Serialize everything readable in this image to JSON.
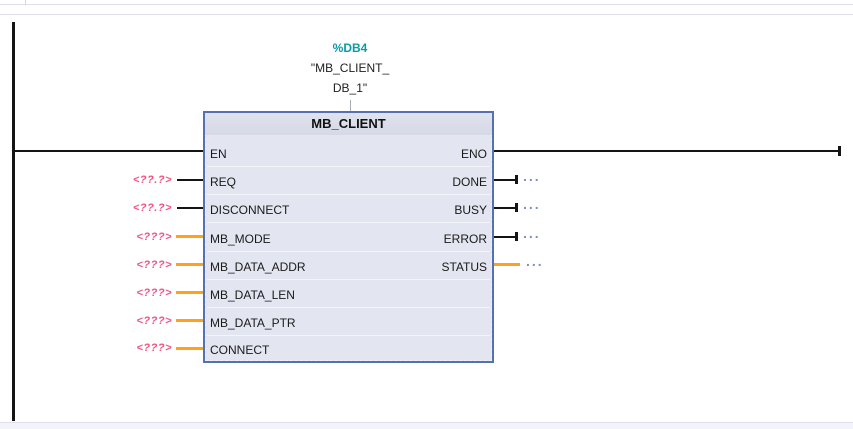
{
  "network": {
    "db_label": "%DB4",
    "instance_name_line1": "\"MB_CLIENT_",
    "instance_name_line2": "DB_1\"",
    "block_title": "MB_CLIENT",
    "left_pins": [
      {
        "label": "EN",
        "operand": "",
        "wire": "black-rail"
      },
      {
        "label": "REQ",
        "operand": "<??.?>",
        "wire": "black"
      },
      {
        "label": "DISCONNECT",
        "operand": "<??.?>",
        "wire": "black"
      },
      {
        "label": "MB_MODE",
        "operand": "<???>",
        "wire": "orange"
      },
      {
        "label": "MB_DATA_ADDR",
        "operand": "<???>",
        "wire": "orange"
      },
      {
        "label": "MB_DATA_LEN",
        "operand": "<???>",
        "wire": "orange"
      },
      {
        "label": "MB_DATA_PTR",
        "operand": "<???>",
        "wire": "orange"
      },
      {
        "label": "CONNECT",
        "operand": "<???>",
        "wire": "orange"
      }
    ],
    "right_pins": [
      {
        "label": "ENO",
        "operand": "",
        "wire": "black-long"
      },
      {
        "label": "DONE",
        "operand": "...",
        "wire": "black"
      },
      {
        "label": "BUSY",
        "operand": "...",
        "wire": "black"
      },
      {
        "label": "ERROR",
        "operand": "...",
        "wire": "black"
      },
      {
        "label": "STATUS",
        "operand": "...",
        "wire": "orange"
      }
    ],
    "colors": {
      "wire_bool": "#141414",
      "wire_nonbool": "#ffa01e",
      "placeholder_red": "#ee5583",
      "db_teal": "#0b9aa8",
      "block_border_blue": "#5671b2",
      "block_body": "#e3e5f0",
      "unconnected_dots_blue": "#7e90c3"
    }
  }
}
